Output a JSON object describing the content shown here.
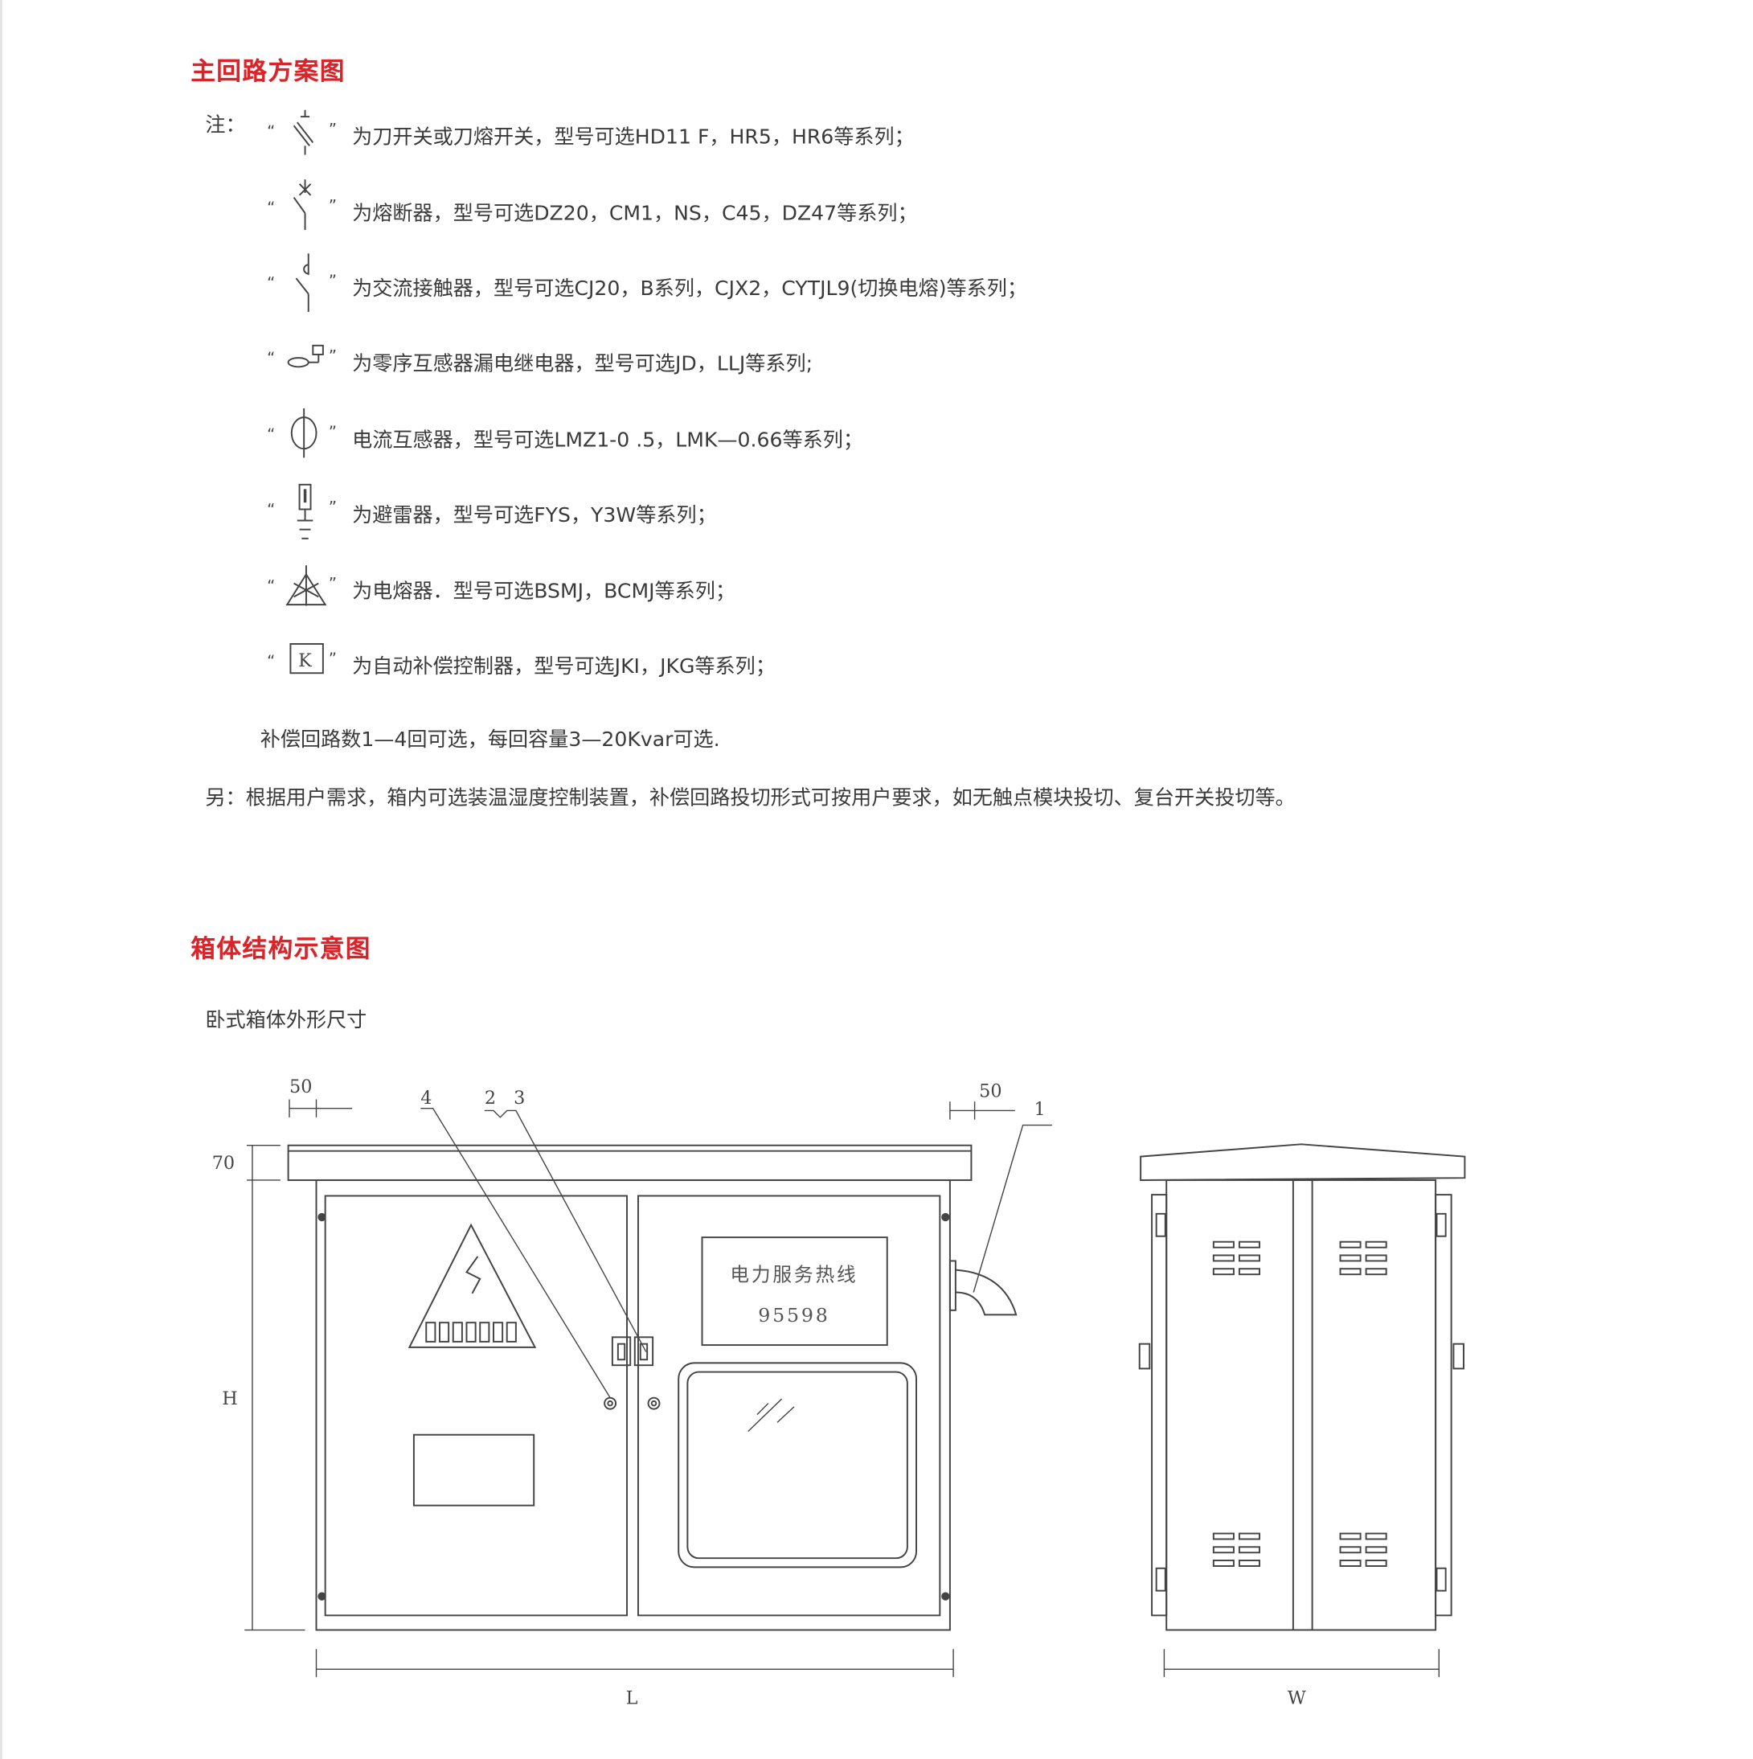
{
  "section1": {
    "title": "主回路方案图",
    "note_label": "注：",
    "open_quote": "“",
    "close_quote": "”",
    "items": [
      {
        "icon": "knife-switch-icon",
        "text": "为刀开关或刀熔开关，型号可选HD11 F，HR5，HR6等系列；"
      },
      {
        "icon": "fuse-breaker-icon",
        "text": "为熔断器，型号可选DZ20，CM1，NS，C45，DZ47等系列；"
      },
      {
        "icon": "contactor-icon",
        "text": "为交流接触器，型号可选CJ20，B系列，CJX2，CYTJL9(切换电熔)等系列；"
      },
      {
        "icon": "zero-sequence-transformer-icon",
        "text": "为零序互感器漏电继电器，型号可选JD，LLJ等系列;"
      },
      {
        "icon": "current-transformer-icon",
        "text": "电流互感器，型号可选LMZ1-0 .5，LMK—0.66等系列；"
      },
      {
        "icon": "surge-arrester-icon",
        "text": "为避雷器，型号可选FYS，Y3W等系列；"
      },
      {
        "icon": "capacitor-icon",
        "text": "为电熔器．型号可选BSMJ，BCMJ等系列；"
      },
      {
        "icon": "controller-k-icon",
        "text": "为自动补偿控制器，型号可选JKI，JKG等系列；",
        "glyph": "K"
      }
    ],
    "compensation_note": "补偿回路数1—4回可选，每回容量3—20Kvar可选.",
    "extra_note": "另：根据用户需求，箱内可选装温湿度控制装置，补偿回路投切形式可按用户要求，如无触点模块投切、复台开关投切等。"
  },
  "section2": {
    "title": "箱体结构示意图",
    "subtitle": "卧式箱体外形尺寸",
    "drawing": {
      "dim_left_overhang": "50",
      "dim_right_overhang": "50",
      "dim_roof": "70",
      "dim_height": "H",
      "dim_length": "L",
      "dim_width": "W",
      "callouts": [
        "1",
        "2",
        "3",
        "4"
      ],
      "placard_line1": "电力服务热线",
      "placard_line2": "95598"
    }
  }
}
